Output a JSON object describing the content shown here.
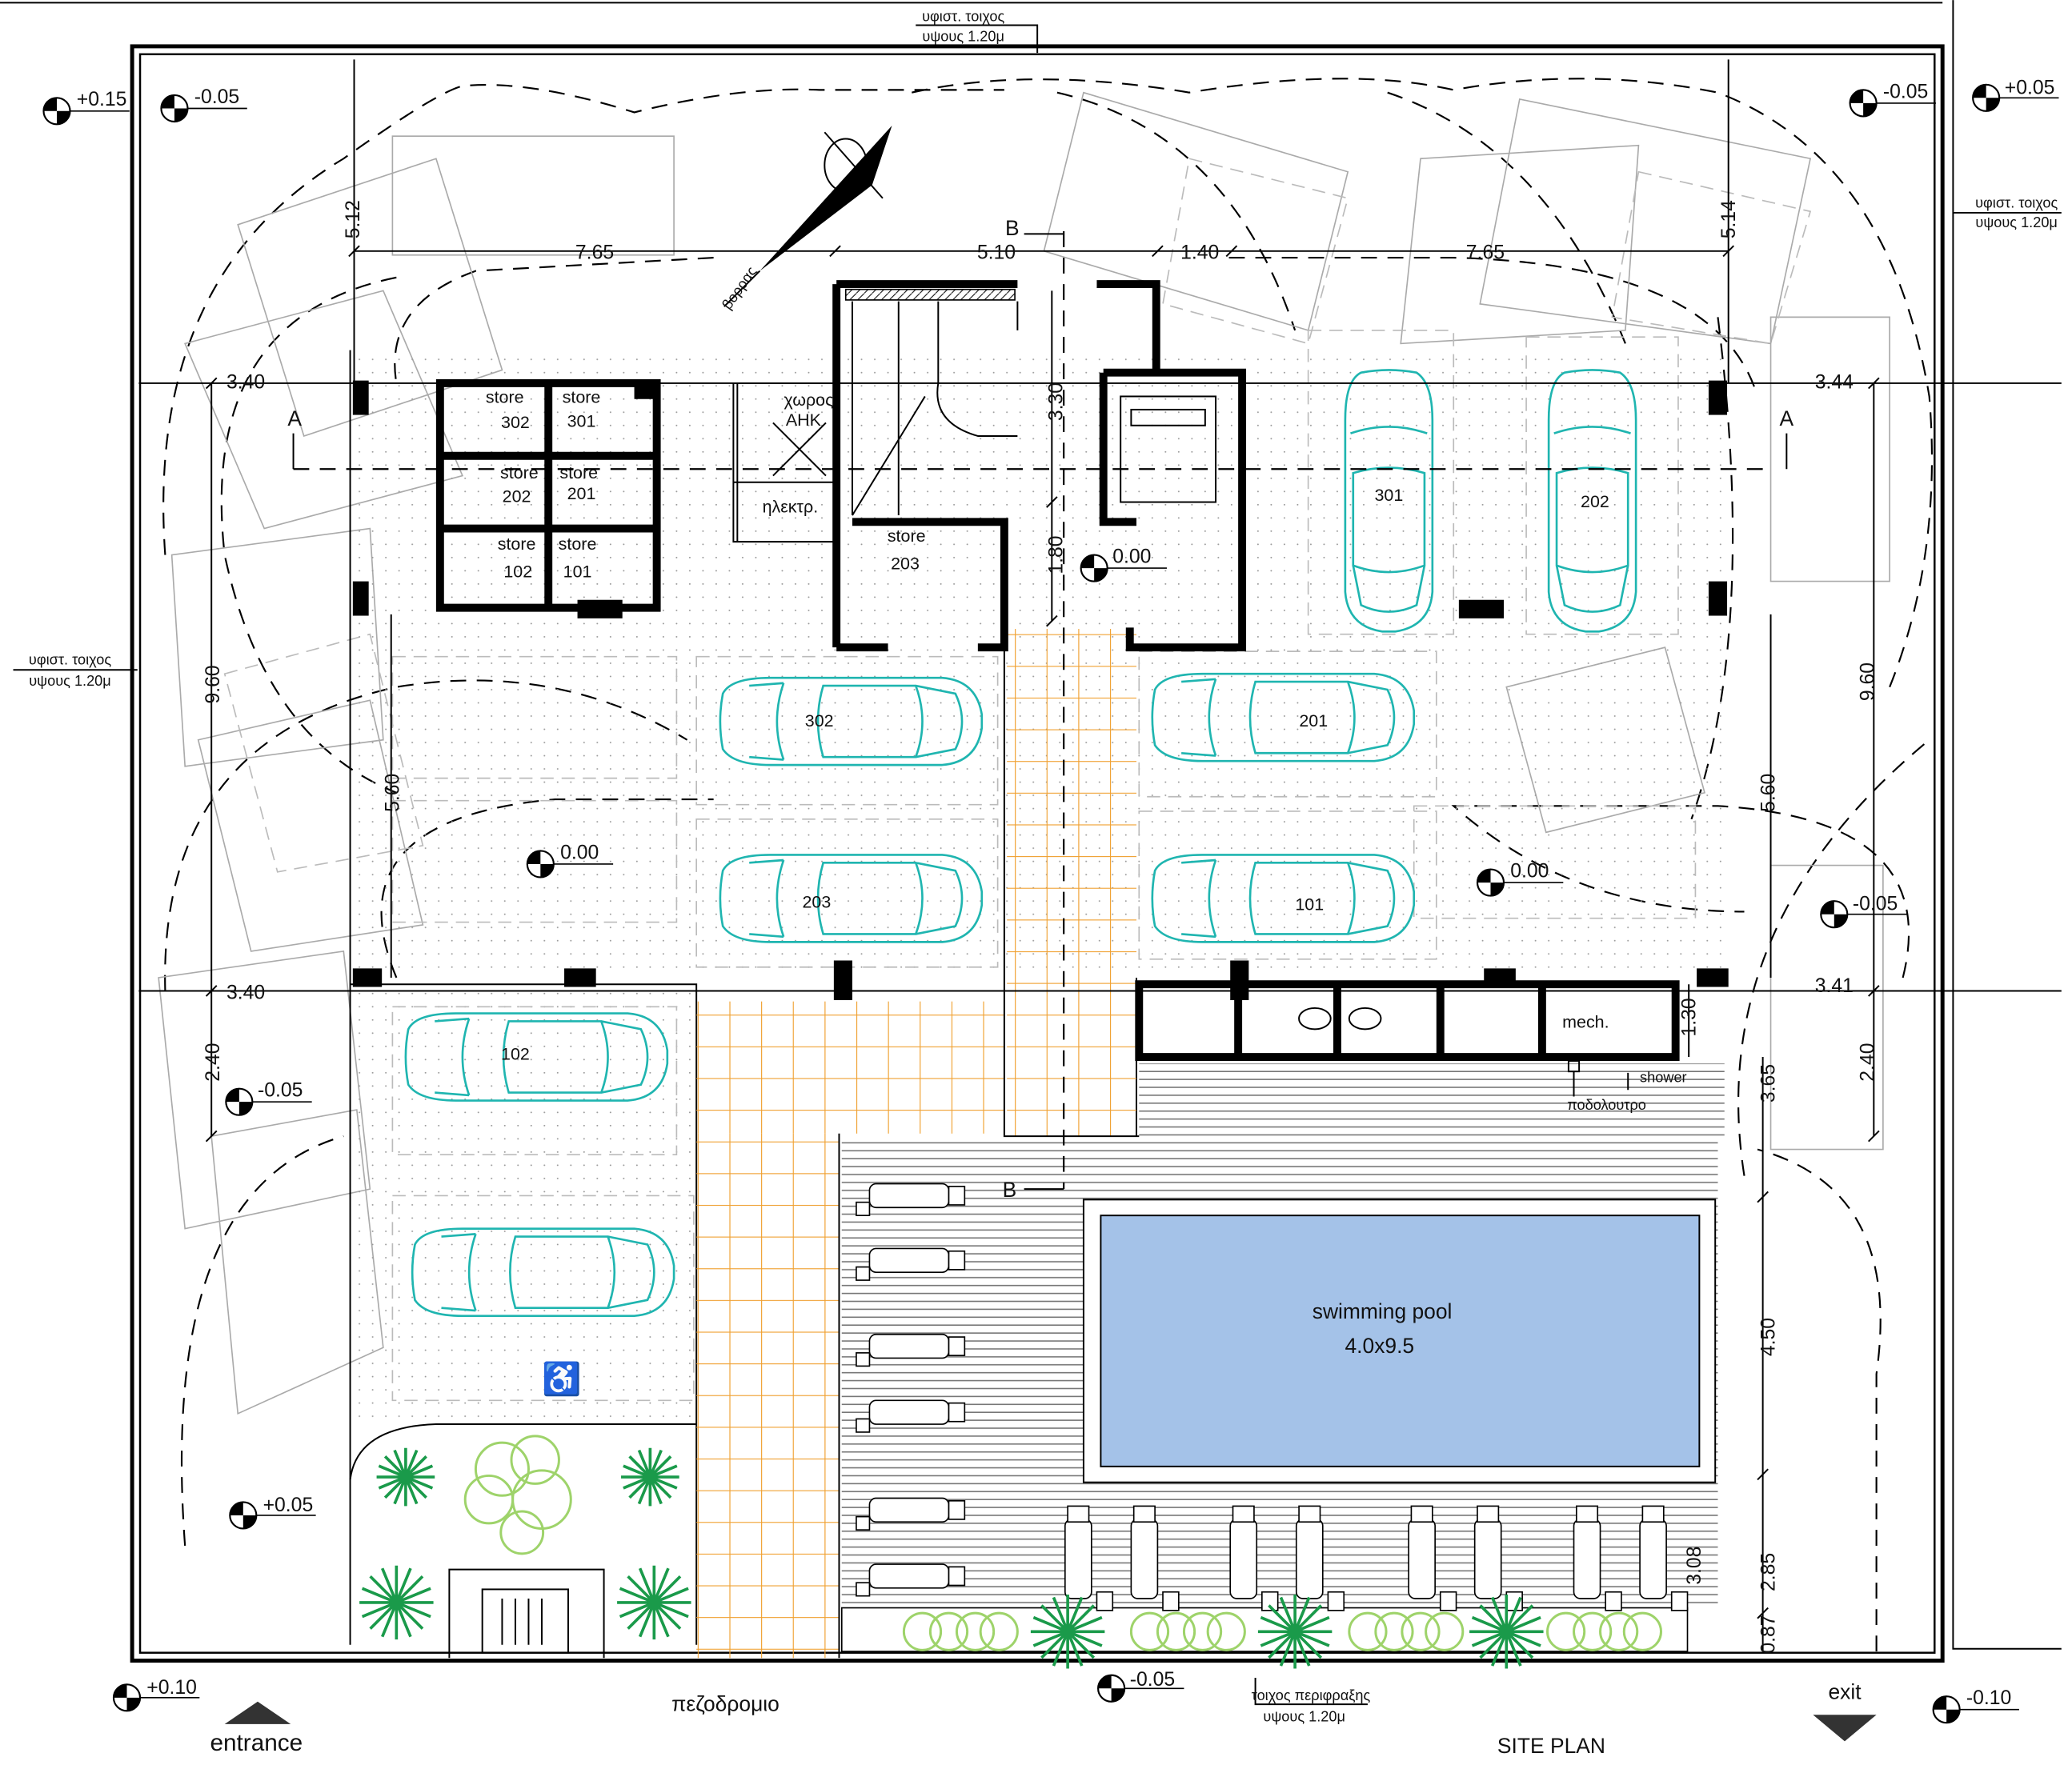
{
  "title": "SITE PLAN",
  "colors": {
    "car": "#1fb5b0",
    "pool": "#a4c2e8",
    "tiles": "#f0a030",
    "plant_dark": "#1a9a4a",
    "plant_light": "#9ed36a"
  },
  "notes": {
    "top_wall": [
      "υφιστ. τοιχος",
      "υψους 1.20μ"
    ],
    "right_wall": [
      "υφιστ. τοιχος",
      "υψους 1.20μ"
    ],
    "left_wall": [
      "υφιστ. τοιχος",
      "υψους 1.20μ"
    ],
    "fence": [
      "τοιχος περιφραξης",
      "υψους 1.20μ"
    ],
    "north": "βορρας",
    "sidewalk": "πεζοδρομιο",
    "entrance": "entrance",
    "exit": "exit"
  },
  "sections": {
    "a_left": "A",
    "a_right": "A",
    "b_top": "B",
    "b_bottom": "B"
  },
  "rooms": {
    "store302": [
      "store",
      "302"
    ],
    "store301": [
      "store",
      "301"
    ],
    "store202": [
      "store",
      "202"
    ],
    "store201": [
      "store",
      "201"
    ],
    "store102": [
      "store",
      "102"
    ],
    "store101": [
      "store",
      "101"
    ],
    "store203": [
      "store",
      "203"
    ],
    "ahk": [
      "χωρος",
      "ΑΗΚ"
    ],
    "electrical": "ηλεκτρ.",
    "mech": "mech.",
    "shower": "shower",
    "footbath": "ποδολουτρο",
    "pool": [
      "swimming pool",
      "4.0x9.5"
    ]
  },
  "parking": {
    "p302": "302",
    "p201": "201",
    "p203": "203",
    "p101": "101",
    "p102": "102",
    "p301": "301",
    "p202": "202"
  },
  "dimensions": {
    "top_left": "7.65",
    "top_mid": "5.10",
    "top_gap": "1.40",
    "top_right": "7.65",
    "left_top": "5.12",
    "right_top": "5.14",
    "left_offset_a": "3.40",
    "right_offset_a": "3.44",
    "left_height": "9.60",
    "right_height": "9.60",
    "stair_a": "3.30",
    "stair_b": "1.80",
    "left_5_60": "5.60",
    "right_5_60": "5.60",
    "left_offset_b": "3.40",
    "right_offset_b": "3.41",
    "left_2_40": "2.40",
    "right_2_40": "2.40",
    "wc_depth": "1.30",
    "r_3_65": "3.65",
    "r_4_50": "4.50",
    "r_2_85": "2.85",
    "r_3_08": "3.08",
    "r_0_87": "0.87"
  },
  "elevations": {
    "tl_outer": "+0.15",
    "tl_inner": "-0.05",
    "tr_inner": "-0.05",
    "tr_outer": "+0.05",
    "lobby": "0.00",
    "park_left": "0.00",
    "park_right": "0.00",
    "left_mid": "-0.05",
    "right_mid": "-0.05",
    "garden": "+0.05",
    "bl_outer": "+0.10",
    "bottom_mid": "-0.05",
    "br_outer": "-0.10"
  }
}
